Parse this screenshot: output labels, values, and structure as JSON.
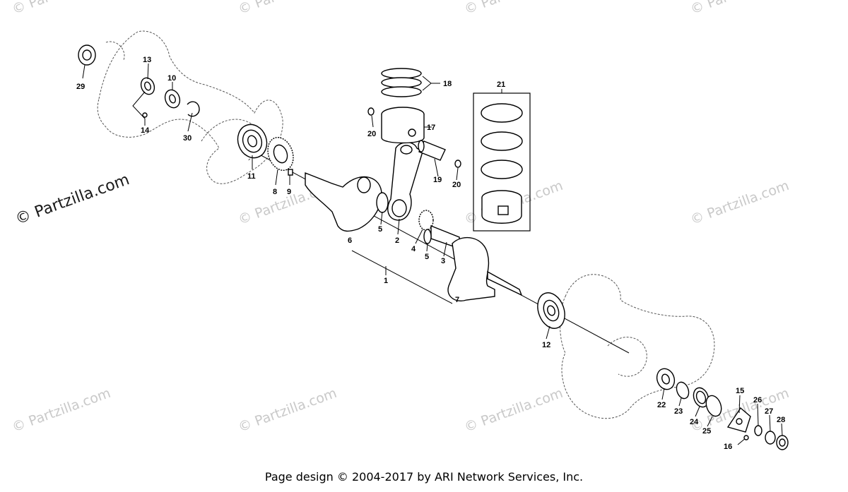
{
  "watermark": {
    "text": "© Partzilla.com",
    "text_large": "© Partzilla.com"
  },
  "callouts": {
    "c1": "1",
    "c2": "2",
    "c3": "3",
    "c4": "4",
    "c5a": "5",
    "c5b": "5",
    "c6": "6",
    "c7": "7",
    "c8": "8",
    "c9": "9",
    "c10": "10",
    "c11": "11",
    "c12": "12",
    "c13": "13",
    "c14": "14",
    "c15": "15",
    "c16": "16",
    "c17": "17",
    "c18": "18",
    "c19": "19",
    "c20a": "20",
    "c20b": "20",
    "c21": "21",
    "c22": "22",
    "c23": "23",
    "c24": "24",
    "c25": "25",
    "c26": "26",
    "c27": "27",
    "c28": "28",
    "c29": "29",
    "c30": "30"
  },
  "footer": {
    "text": "Page design © 2004-2017 by ARI Network Services, Inc."
  }
}
